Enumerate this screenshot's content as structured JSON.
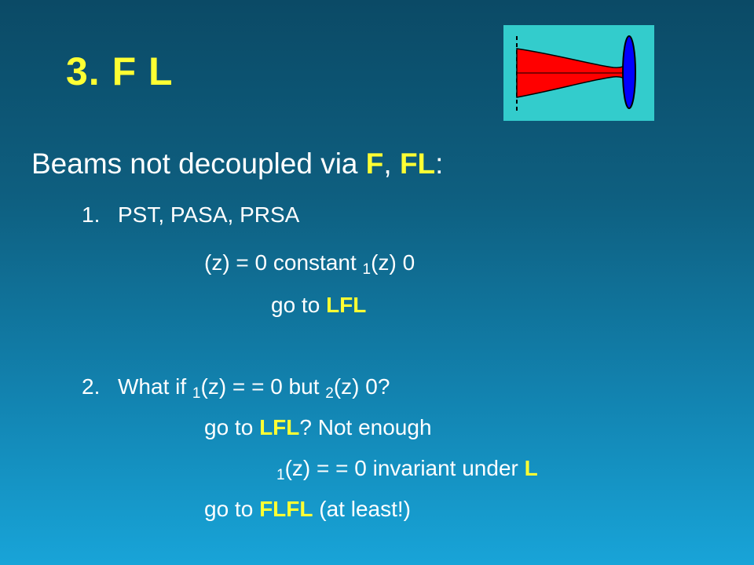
{
  "slide": {
    "title": "3. F L",
    "heading": {
      "pre": "Beams not decoupled via ",
      "f": "F",
      "mid": ", ",
      "fl": "FL",
      "post": ":"
    },
    "item1": {
      "num": "1.",
      "text": "PST, PASA, PRSA",
      "line2": {
        "bullet": "",
        "a": "(z) = 0 constant",
        "b": "",
        "c": "(z)",
        "d": "0",
        "sub1": "1"
      },
      "line3": {
        "bullet": "",
        "text": "go to ",
        "hl": "LFL"
      }
    },
    "item2": {
      "num": "2.",
      "line1": {
        "a": "What if",
        "sub1": "1",
        "b": "(z) =",
        "c": "= 0 but",
        "sub2": "2",
        "d": "(z)",
        "e": "0?"
      },
      "line2": {
        "bullet": "",
        "text": "go to ",
        "hl": "LFL",
        "post": "? Not enough"
      },
      "line3": {
        "sub1": "1",
        "a": "(z) =",
        "b": "= 0  invariant  under",
        "hl": "L"
      },
      "line4": {
        "bullet": "",
        "text": "go to ",
        "hl": "FLFL",
        "post": " (at least!)"
      }
    }
  },
  "icons": {
    "phi": "",
    "theta": "",
    "implies": "",
    "neq": "",
    "arrow": ""
  },
  "colors": {
    "background_top": "#0b4a66",
    "background_bottom": "#18a4d8",
    "highlight": "#ffff33",
    "lens_box": "#33cccc",
    "beam": "#ff0000",
    "lens": "#0000ff"
  }
}
